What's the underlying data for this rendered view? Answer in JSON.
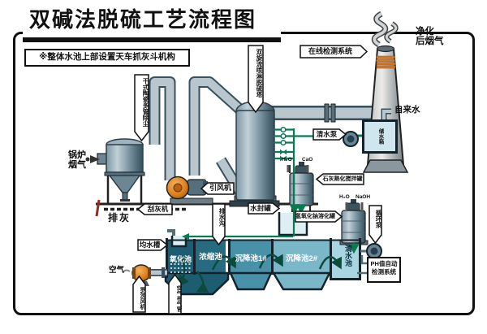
{
  "title": "双碱法脱硫工艺流程图",
  "note": "※整体水池上部设置天车抓灰斗机构",
  "tags": {
    "dust_collector": "干式陶瓷多管除尘",
    "boiler_gas_lines": [
      "锅炉",
      "烟气"
    ],
    "ash_discharge": "排灰",
    "scraper": "刮灰机",
    "fan": "引风机",
    "tower": "双旋流喷淋脱硫塔",
    "online_detection": "在线检测系统",
    "clean_gas_lines": [
      "净化",
      "后烟气"
    ],
    "tap_water": "自来水",
    "storage_tank": "储水箱",
    "clean_water_pump": "清水泵",
    "lime_tank": "石灰熟化搅拌罐",
    "water_seal_tank": "水封罐",
    "naoh_tank": "氢氧化钠溶化罐",
    "circulation_pump": "循环泵",
    "ph_system_lines": [
      "PH值自动",
      "检测系统"
    ],
    "drain_ditch": "排水沟",
    "equalizing_trough": "均水槽",
    "air": "空气",
    "roots_blower": "罗茨风机",
    "air_distribution_pipe": "空气布气管"
  },
  "chemicals": {
    "h2o": "H₂O",
    "cao": "CaO",
    "naoh": "NaOH"
  },
  "pools": [
    {
      "name": "氧化池",
      "color": "#1d5d72"
    },
    {
      "name": "浓缩池",
      "color": "#266b80"
    },
    {
      "name": "沉降池1#",
      "color": "#4891a8"
    },
    {
      "name": "沉降池2#",
      "color": "#79b7c9"
    },
    {
      "name": "清水池",
      "color": "#a9d5e2"
    }
  ],
  "colors": {
    "pipe": "#b9c6cd",
    "pipe_edge": "#39515e",
    "water_line": "#0a7a52",
    "flow_arrow": "#0d4a3e",
    "fan_orange": "#e0821e",
    "chimney_band": "#e0781a",
    "outline": "#14232b"
  }
}
